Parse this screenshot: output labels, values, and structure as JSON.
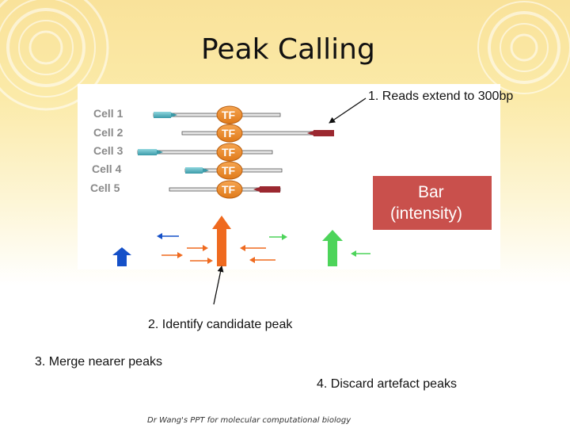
{
  "title": "Peak Calling",
  "cells": [
    {
      "label": "Cell 1",
      "tf": "TF"
    },
    {
      "label": "Cell 2",
      "tf": "TF"
    },
    {
      "label": "Cell 3",
      "tf": "TF"
    },
    {
      "label": "Cell 4",
      "tf": "TF"
    },
    {
      "label": "Cell 5",
      "tf": "TF"
    }
  ],
  "bar_box": {
    "line1": "Bar",
    "line2": "(intensity)"
  },
  "steps": {
    "step1": "1. Reads extend to 300bp",
    "step2": "2. Identify candidate peak",
    "step3": "3. Merge nearer peaks",
    "step4": "4. Discard artefact peaks"
  },
  "footer": "Dr Wang's PPT for molecular computational biology",
  "colors": {
    "read_teal": "#5ab8c4",
    "read_red": "#9b2830",
    "tf_orange": "#ee8a2a",
    "bar_box": "#c9504c",
    "peak_orange": "#ef6a1f",
    "peak_blue": "#1550c8",
    "peak_green": "#4dd45a"
  }
}
